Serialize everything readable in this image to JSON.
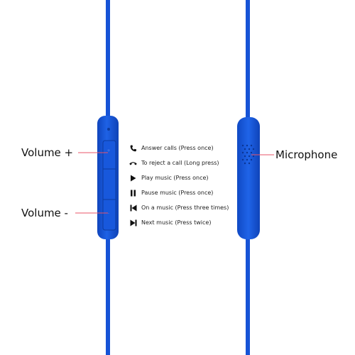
{
  "callouts": {
    "volume_up": "Volume +",
    "volume_down": "Volume -",
    "microphone": "Microphone"
  },
  "instructions": [
    {
      "icon": "phone-answer-icon",
      "text": "Answer calls (Press once)"
    },
    {
      "icon": "phone-hangup-icon",
      "text": "To reject a call (Long press)"
    },
    {
      "icon": "play-icon",
      "text": "Play music (Press once)"
    },
    {
      "icon": "pause-icon",
      "text": "Pause music (Press once)"
    },
    {
      "icon": "previous-track-icon",
      "text": "On a music (Press three times)"
    },
    {
      "icon": "next-track-icon",
      "text": "Next music (Press twice)"
    }
  ],
  "colors": {
    "cable": "#1653d6",
    "cable_dark": "#0e3fb0",
    "callout_line": "#e8546a",
    "background": "#ffffff"
  }
}
